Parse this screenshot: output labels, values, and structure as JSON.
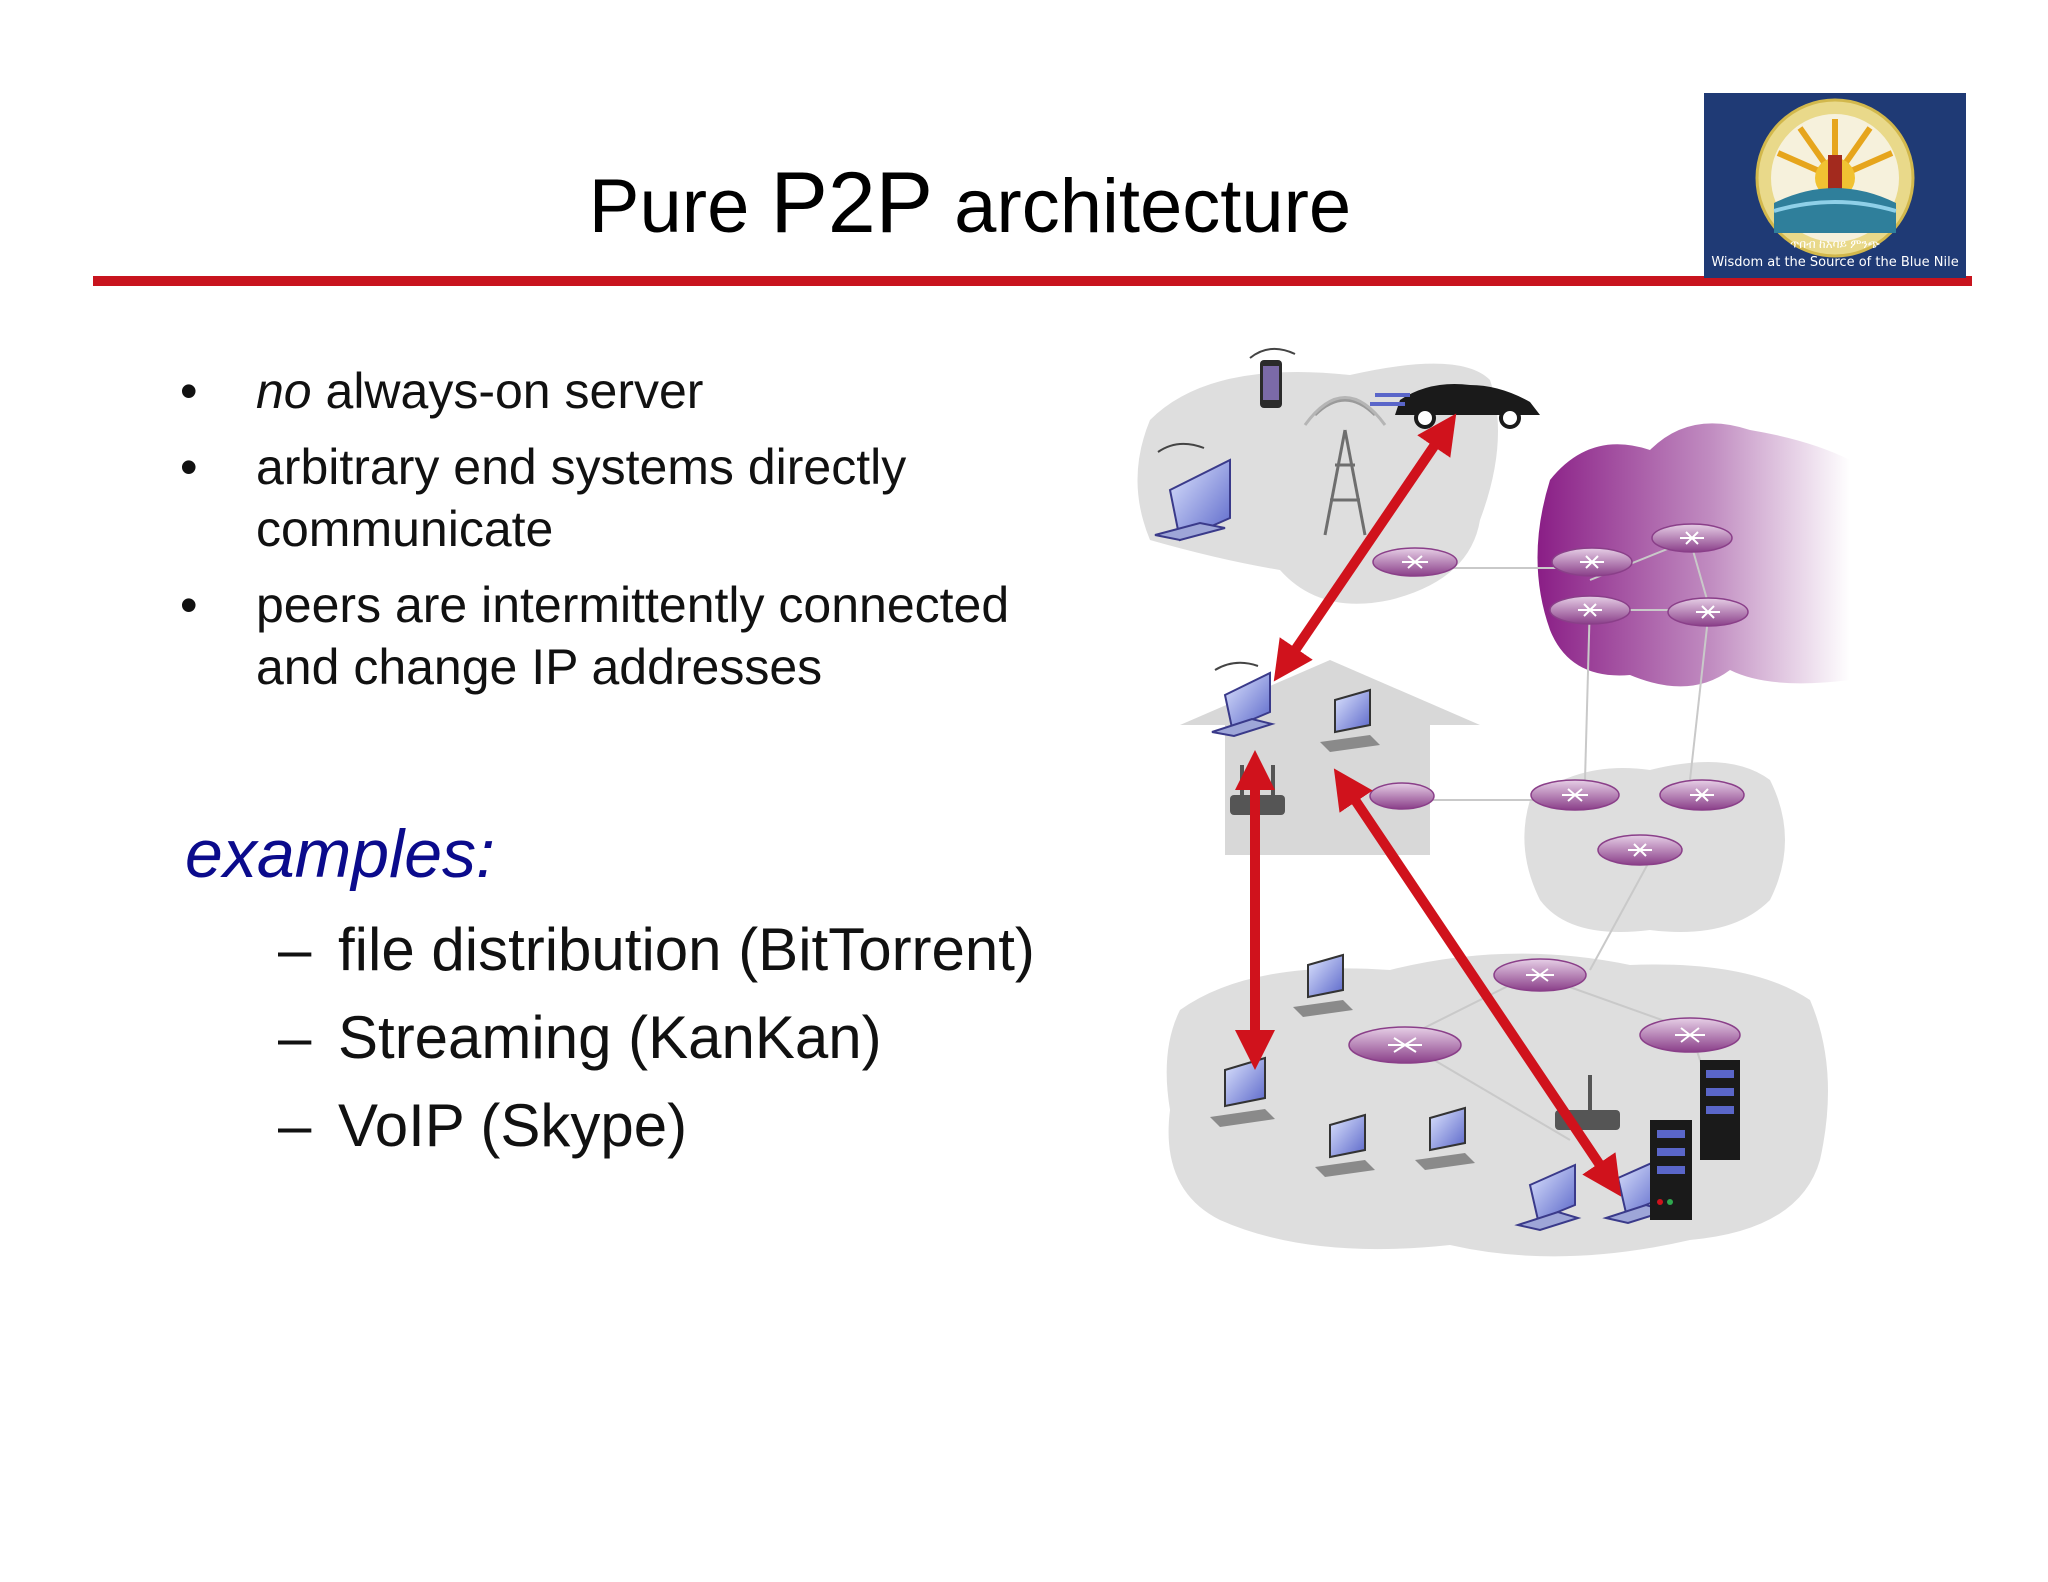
{
  "slide": {
    "title_prefix": "Pure ",
    "title_main": "P2P",
    "title_suffix": " architecture",
    "accent_color": "#c8141e",
    "examples_color": "#0b0b8c"
  },
  "logo": {
    "motto": "Wisdom at the Source of the Blue Nile",
    "amharic": "ጥበብ ከአባይ ምንጭ"
  },
  "bullets": [
    {
      "em": "no",
      "text": " always-on server"
    },
    {
      "em": "",
      "text": "arbitrary end systems directly communicate"
    },
    {
      "em": "",
      "text": "peers are intermittently connected and change IP addresses"
    }
  ],
  "examples": {
    "heading": "examples:",
    "items": [
      "file distribution (BitTorrent)",
      "Streaming (KanKan)",
      "VoIP (Skype)"
    ]
  },
  "diagram": {
    "icons": [
      "smartphone-icon",
      "car-icon",
      "cell-tower-icon",
      "laptop-icon",
      "desktop-icon",
      "router-icon",
      "wireless-access-point-icon",
      "server-rack-icon",
      "house-icon"
    ]
  }
}
